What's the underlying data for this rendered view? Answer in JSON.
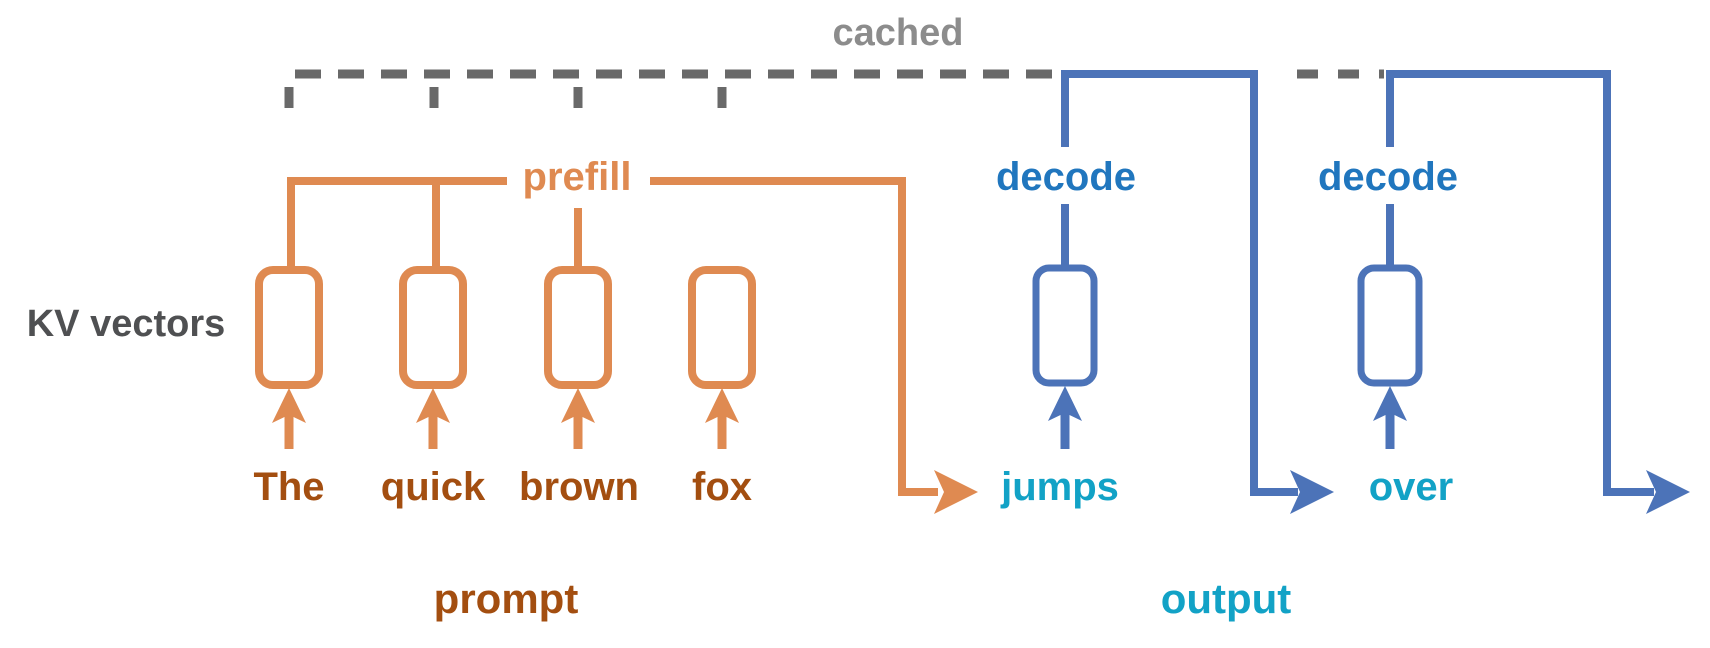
{
  "diagram": {
    "title_hint": "KV cache prefill and decode diagram",
    "cached_label": "cached",
    "kv_vectors_label": "KV vectors",
    "prefill_label": "prefill",
    "decode_labels": [
      "decode",
      "decode"
    ],
    "prompt_tokens": [
      "The",
      "quick",
      "brown",
      "fox"
    ],
    "output_tokens": [
      "jumps",
      "over"
    ],
    "prompt_group_label": "prompt",
    "output_group_label": "output"
  },
  "colors": {
    "background": "#FFFFFF",
    "orange": "#DF8A51",
    "prompt_text": "#A34E10",
    "blue_line": "#4C73B8",
    "decode_text": "#2076BE",
    "output_text": "#12A2C6",
    "cached_text": "#8C8C8C",
    "dash_gray": "#696969",
    "kv_text": "#4F5052"
  }
}
